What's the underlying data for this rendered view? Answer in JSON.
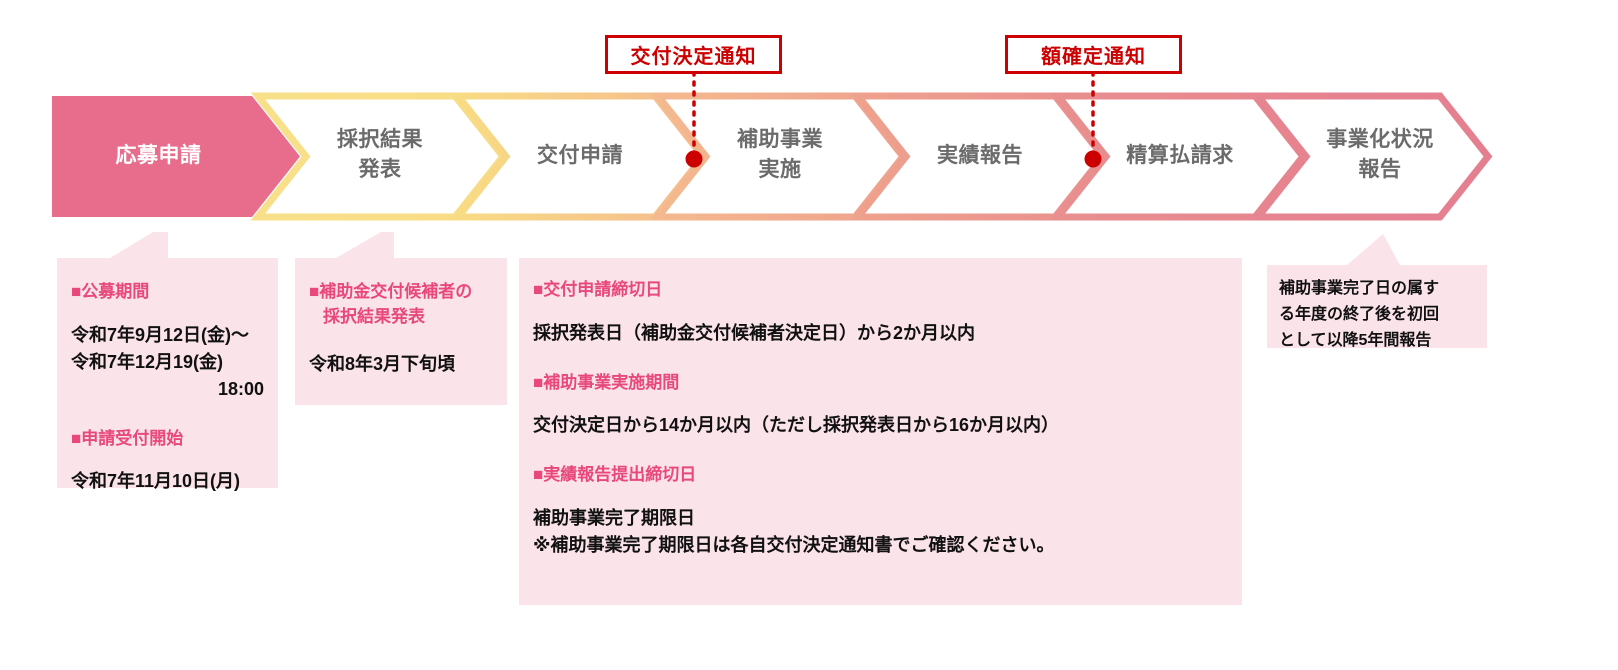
{
  "flow": {
    "steps": [
      {
        "id": "step-1",
        "label": "応募申請",
        "filled": true
      },
      {
        "id": "step-2",
        "label": "採択結果\n発表",
        "filled": false
      },
      {
        "id": "step-3",
        "label": "交付申請",
        "filled": false
      },
      {
        "id": "step-4",
        "label": "補助事業\n実施",
        "filled": false
      },
      {
        "id": "step-5",
        "label": "実績報告",
        "filled": false
      },
      {
        "id": "step-6",
        "label": "精算払請求",
        "filled": false
      },
      {
        "id": "step-7",
        "label": "事業化状況\n報告",
        "filled": false
      }
    ]
  },
  "notices": [
    {
      "id": "notice-1",
      "label": "交付決定通知"
    },
    {
      "id": "notice-2",
      "label": "額確定通知"
    }
  ],
  "info_boxes": {
    "box1": {
      "heading1": "■公募期間",
      "body1_line1": "令和7年9月12日(金)〜",
      "body1_line2": "令和7年12月19(金)",
      "body1_line3": "18:00",
      "heading2": "■申請受付開始",
      "body2": "令和7年11月10日(月)"
    },
    "box2": {
      "heading_line1": "■補助金交付候補者の",
      "heading_line2": "採択結果発表",
      "body": "令和8年3月下旬頃"
    },
    "box3": {
      "heading1": "■交付申請締切日",
      "body1": "採択発表日（補助金交付候補者決定日）から2か月以内",
      "heading2": "■補助事業実施期間",
      "body2": "交付決定日から14か月以内（ただし採択発表日から16か月以内）",
      "heading3": "■実績報告提出締切日",
      "body3_line1": "補助事業完了期限日",
      "body3_line2": "※補助事業完了期限日は各自交付決定通知書でご確認ください。"
    },
    "box4": {
      "body": "補助事業完了日の属す\nる年度の終了後を初回\nとして以降5年間報告"
    }
  },
  "colors": {
    "accent_pink": "#e86c8c",
    "info_bg": "#fbe3ea",
    "notice_red": "#cc0000",
    "step_text": "#6b6b6b"
  }
}
